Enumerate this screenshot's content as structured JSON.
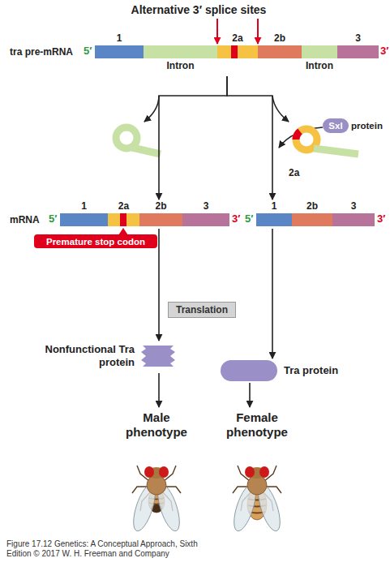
{
  "diagram": {
    "title": "Alternative 3′ splice sites",
    "caption": "Figure 17.12 Genetics: A Conceptual Approach, Sixth Edition © 2017 W. H. Freeman and Company",
    "nodes": [
      {
        "text": [
          "tra pre-mRNA",
          "5′",
          "3′"
        ]
      },
      {
        "text": [
          "1"
        ],
        "in": 0
      },
      {
        "text": [
          "Intron"
        ],
        "in": 0
      },
      {
        "text": [
          "2a"
        ],
        "in": 0
      },
      {
        "text": [
          "2b"
        ],
        "in": 0
      },
      {
        "text": [
          "Intron"
        ],
        "in": 0
      },
      {
        "text": [
          "3"
        ],
        "in": 0
      },
      {
        "text": [
          "Sxl",
          "protein"
        ]
      },
      {
        "text": [
          "mRNA",
          "5′",
          "3′"
        ]
      },
      {
        "text": [
          "1"
        ],
        "in": 8
      },
      {
        "text": [
          "2a"
        ],
        "in": 8
      },
      {
        "text": [
          "2b"
        ],
        "in": 8
      },
      {
        "text": [
          "3"
        ],
        "in": 8
      },
      {
        "text": [
          "5′",
          "3′"
        ]
      },
      {
        "text": [
          "1"
        ],
        "in": 13
      },
      {
        "text": [
          "2b"
        ],
        "in": 13
      },
      {
        "text": [
          "3"
        ],
        "in": 13
      },
      {
        "text": [
          "Premature stop codon"
        ]
      },
      {
        "text": [
          "Translation"
        ]
      },
      {
        "text": [
          "Nonfunctional Tra protein"
        ]
      },
      {
        "text": [
          "Tra protein"
        ]
      },
      {
        "text": [
          "Male phenotype"
        ]
      },
      {
        "text": [
          "Female phenotype"
        ]
      }
    ],
    "edges": [
      {
        "from": 0,
        "to": 8,
        "arrow": "to"
      },
      {
        "from": 0,
        "to": 13,
        "arrow": "to"
      },
      {
        "from": 8,
        "to": 19,
        "arrow": "to"
      },
      {
        "from": 13,
        "to": 20,
        "arrow": "to"
      },
      {
        "from": 19,
        "to": 21,
        "arrow": "to"
      },
      {
        "from": 20,
        "to": 22,
        "arrow": "to"
      }
    ],
    "labels": [
      "2a"
    ]
  }
}
